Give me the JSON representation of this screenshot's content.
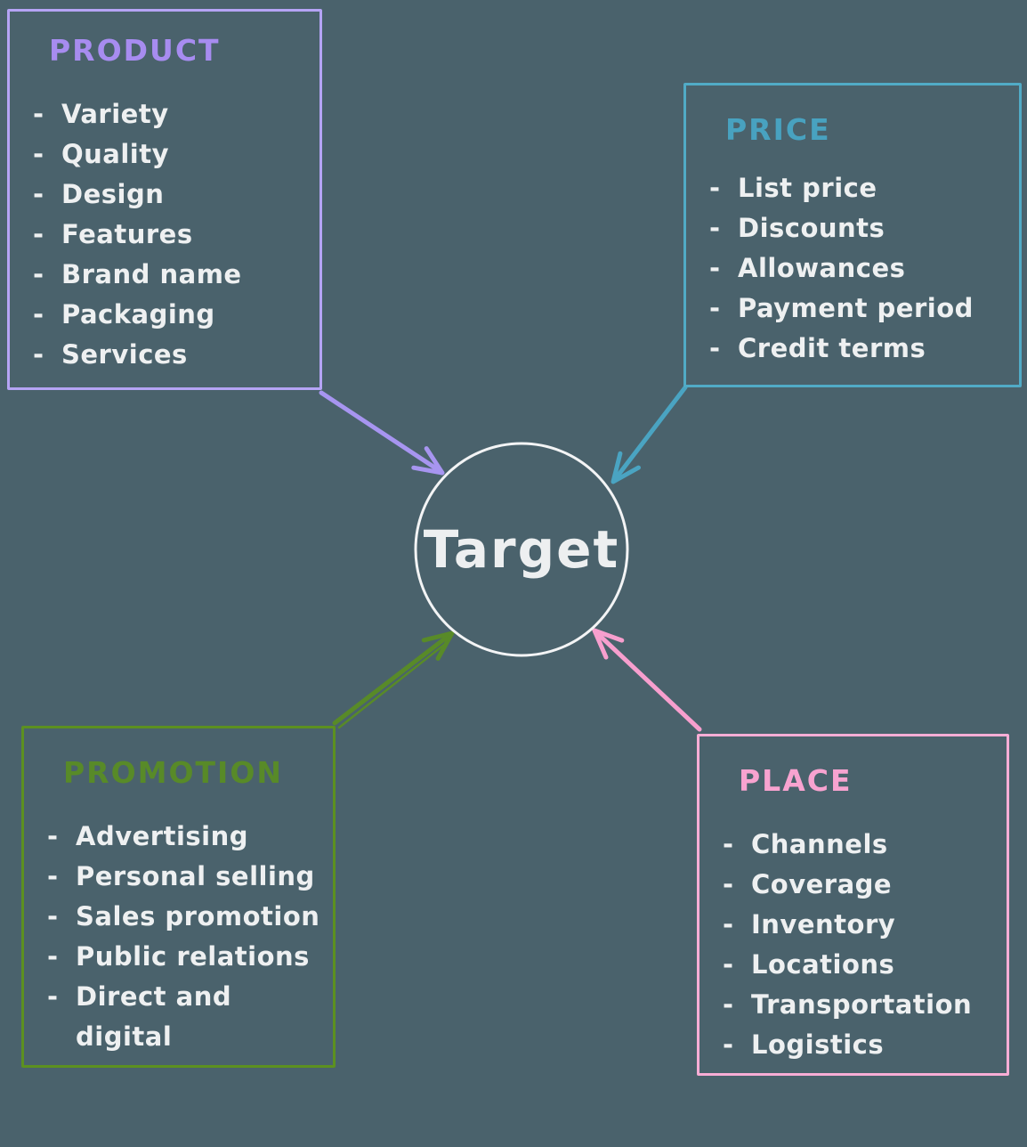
{
  "canvas": {
    "background_color": "#4a626c",
    "item_text_color": "#eef0f1",
    "bullet": "-"
  },
  "target": {
    "label": "Target",
    "text_color": "#edeff0",
    "circle_color": "#f3f4f5"
  },
  "boxes": [
    {
      "id": "product",
      "title": "PRODUCT",
      "title_color": "#a78cf0",
      "border_color": "#b5a4f5",
      "arrow_color": "#a795f0",
      "items": [
        "Variety",
        "Quality",
        "Design",
        "Features",
        "Brand name",
        "Packaging",
        "Services"
      ]
    },
    {
      "id": "price",
      "title": "PRICE",
      "title_color": "#48a2c0",
      "border_color": "#51abc6",
      "arrow_color": "#4aa4c2",
      "items": [
        "List price",
        "Discounts",
        "Allowances",
        "Payment period",
        "Credit terms"
      ]
    },
    {
      "id": "promotion",
      "title": "PROMOTION",
      "title_color": "#588a28",
      "border_color": "#5c9020",
      "arrow_color": "#588a28",
      "items": [
        "Advertising",
        "Personal selling",
        "Sales promotion",
        "Public relations",
        "Direct and\ndigital"
      ]
    },
    {
      "id": "place",
      "title": "PLACE",
      "title_color": "#f8a3d0",
      "border_color": "#f9add6",
      "arrow_color": "#f79fce",
      "items": [
        "Channels",
        "Coverage",
        "Inventory",
        "Locations",
        "Transportation",
        "Logistics"
      ]
    }
  ]
}
